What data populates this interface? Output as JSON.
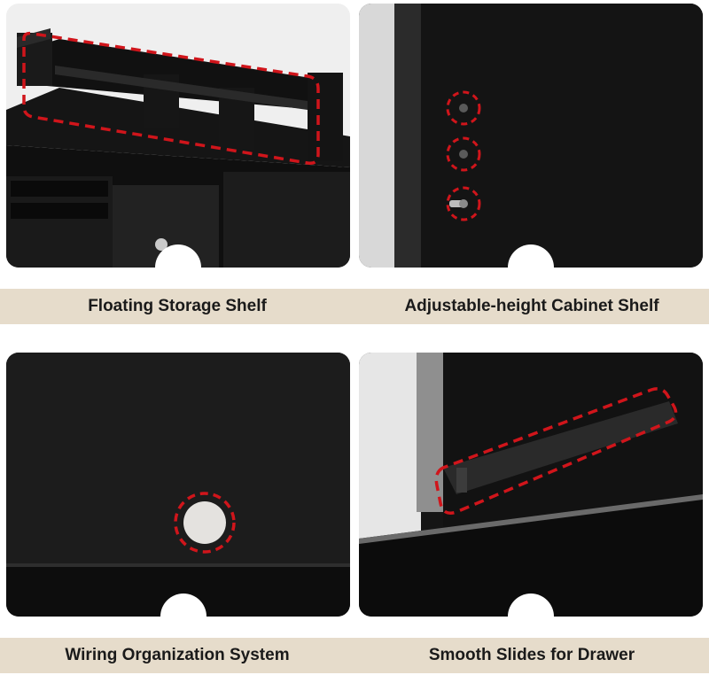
{
  "panels": [
    {
      "caption": "Floating Storage Shelf"
    },
    {
      "caption": "Adjustable-height Cabinet Shelf"
    },
    {
      "caption": "Wiring Organization System"
    },
    {
      "caption": "Smooth Slides for Drawer"
    }
  ],
  "colors": {
    "caption_band": "#e6dccb",
    "highlight_dash": "#d0151b",
    "furniture": "#1b1b1b"
  }
}
